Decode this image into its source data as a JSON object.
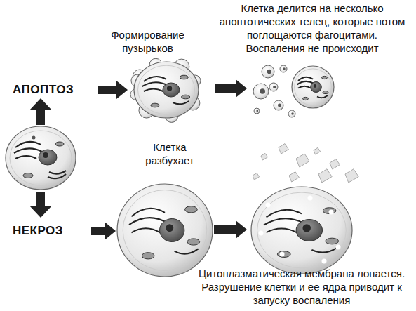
{
  "diagram": {
    "nodes": [
      {
        "text": [
          "АПОПТОЗ"
        ]
      },
      {
        "text": [
          "Формирование пузырьков"
        ]
      },
      {
        "text": [
          "Клетка делится на несколько апоптотических телец, которые потом поглощаются фагоцитами. Воспаления не происходит"
        ]
      },
      {
        "text": [
          "НЕКРОЗ"
        ]
      },
      {
        "text": [
          "Клетка разбухает"
        ]
      },
      {
        "text": [
          "Цитоплазматическая мембрана лопается. Разрушение клетки и ее ядра приводит к запуску воспаления"
        ]
      }
    ],
    "edges": [
      {
        "from": 0,
        "to": 1,
        "arrow": "to"
      },
      {
        "from": 1,
        "to": 2,
        "arrow": "to"
      },
      {
        "from": 3,
        "to": 4,
        "arrow": "to"
      },
      {
        "from": 4,
        "to": 5,
        "arrow": "to"
      }
    ]
  }
}
